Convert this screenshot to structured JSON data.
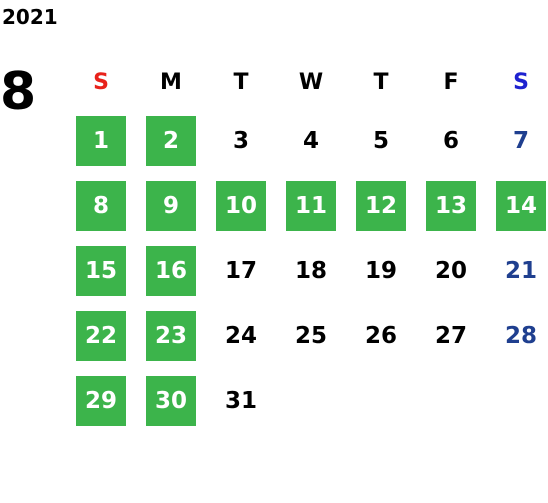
{
  "calendar": {
    "year": "2021",
    "month": "8",
    "colors": {
      "holiday_bg": "#3cb44b",
      "holiday_text": "#ffffff",
      "sunday_header": "#e8221b",
      "saturday_header": "#1e22d0",
      "saturday_date": "#1f3f8f",
      "default_text": "#000000"
    },
    "weekdays": [
      "S",
      "M",
      "T",
      "W",
      "T",
      "F",
      "S"
    ],
    "weeks": [
      [
        {
          "day": "1",
          "highlight": true
        },
        {
          "day": "2",
          "highlight": true
        },
        {
          "day": "3",
          "highlight": false
        },
        {
          "day": "4",
          "highlight": false
        },
        {
          "day": "5",
          "highlight": false
        },
        {
          "day": "6",
          "highlight": false
        },
        {
          "day": "7",
          "highlight": false
        }
      ],
      [
        {
          "day": "8",
          "highlight": true
        },
        {
          "day": "9",
          "highlight": true
        },
        {
          "day": "10",
          "highlight": true
        },
        {
          "day": "11",
          "highlight": true
        },
        {
          "day": "12",
          "highlight": true
        },
        {
          "day": "13",
          "highlight": true
        },
        {
          "day": "14",
          "highlight": true
        }
      ],
      [
        {
          "day": "15",
          "highlight": true
        },
        {
          "day": "16",
          "highlight": true
        },
        {
          "day": "17",
          "highlight": false
        },
        {
          "day": "18",
          "highlight": false
        },
        {
          "day": "19",
          "highlight": false
        },
        {
          "day": "20",
          "highlight": false
        },
        {
          "day": "21",
          "highlight": false
        }
      ],
      [
        {
          "day": "22",
          "highlight": true
        },
        {
          "day": "23",
          "highlight": true
        },
        {
          "day": "24",
          "highlight": false
        },
        {
          "day": "25",
          "highlight": false
        },
        {
          "day": "26",
          "highlight": false
        },
        {
          "day": "27",
          "highlight": false
        },
        {
          "day": "28",
          "highlight": false
        }
      ],
      [
        {
          "day": "29",
          "highlight": true
        },
        {
          "day": "30",
          "highlight": true
        },
        {
          "day": "31",
          "highlight": false
        },
        {
          "day": "",
          "highlight": false
        },
        {
          "day": "",
          "highlight": false
        },
        {
          "day": "",
          "highlight": false
        },
        {
          "day": "",
          "highlight": false
        }
      ]
    ]
  }
}
